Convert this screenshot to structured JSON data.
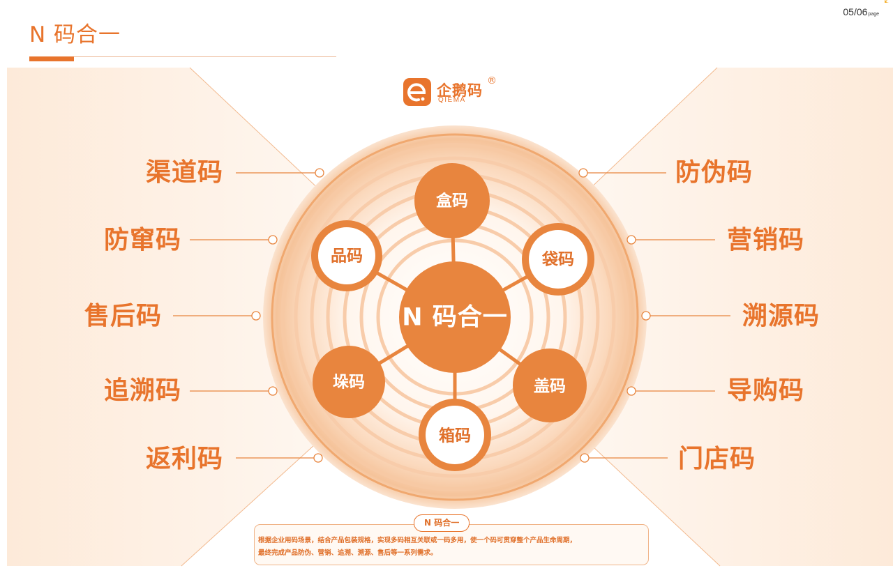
{
  "header": {
    "title": "N 码合一",
    "page_number": "05/06",
    "page_suffix": "page"
  },
  "logo": {
    "name_cn": "企鹅码",
    "name_en": "QIEMA",
    "registered": "®"
  },
  "colors": {
    "accent": "#e8742c",
    "node_fill": "#e8853e",
    "light_orange": "#f7d4b6"
  },
  "left_labels": [
    "渠道码",
    "防窜码",
    "售后码",
    "追溯码",
    "返利码"
  ],
  "right_labels": [
    "防伪码",
    "营销码",
    "溯源码",
    "导购码",
    "门店码"
  ],
  "hub": {
    "center": "N 码合一",
    "nodes": [
      {
        "label": "盒码",
        "style": "filled"
      },
      {
        "label": "袋码",
        "style": "ring"
      },
      {
        "label": "盖码",
        "style": "filled"
      },
      {
        "label": "箱码",
        "style": "ring"
      },
      {
        "label": "垛码",
        "style": "filled"
      },
      {
        "label": "品码",
        "style": "ring"
      }
    ]
  },
  "info": {
    "badge": "N 码合一",
    "line1": "根据企业用码场景，结合产品包装规格，实现多码相互关联或一码多用，使一个码可贯穿整个产品生命周期，",
    "line2": "最终完成产品防伪、营销、追溯、溯源、售后等一系列需求。"
  }
}
